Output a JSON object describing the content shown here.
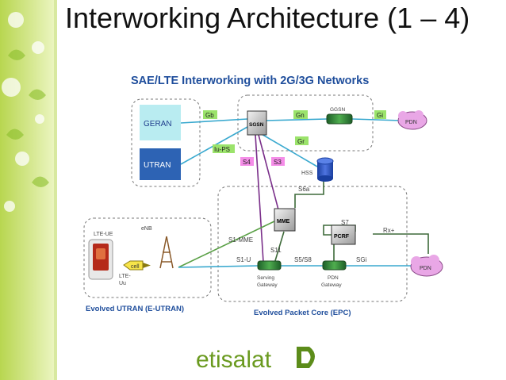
{
  "slide_title": "Interworking Architecture (1 – 4)",
  "diagram": {
    "heading": "SAE/LTE Interworking with 2G/3G Networks",
    "nodes": {
      "geran": "GERAN",
      "utran": "UTRAN",
      "sgsn": "SGSN",
      "ggsn": "GGSN",
      "pdn_top": "PDN",
      "hss": "HSS",
      "mme": "MME",
      "pcrf": "PCRF",
      "pdn_right": "PDN",
      "lte_ue": "LTE-UE",
      "enb": "eNB",
      "cell": "cell",
      "serving_gateway": "Serving\nGateway",
      "pdn_gateway": "PDN\nGateway"
    },
    "interfaces": {
      "gb": "Gb",
      "gn": "Gn",
      "gi": "Gi",
      "iu_ps": "Iu-PS",
      "gr": "Gr",
      "s4": "S4",
      "s3": "S3",
      "s6a": "S6a",
      "s7": "S7",
      "rx_plus": "Rx+",
      "s1_mme": "S1-MME",
      "s11": "S11",
      "s1_u": "S1-U",
      "s5_s8": "S5/S8",
      "sgi": "SGi",
      "lte_uu": "LTE-\nUu"
    },
    "regions": {
      "eutran": "Evolved UTRAN (E-UTRAN)",
      "epc": "Evolved Packet Core (EPC)"
    }
  },
  "logo": {
    "text": "etisalat",
    "color": "#6a9a1f"
  },
  "colors": {
    "band_light": "#e9f3b8",
    "band_dark": "#b5d34a",
    "heading_blue": "#1f4e9c",
    "label_green": "#9be36b",
    "label_pink": "#f58de8",
    "link_blue": "#3aa9cf",
    "link_purple": "#7a2f8a",
    "link_green": "#5aa046",
    "node_green": "#3e8a3c",
    "pdn_pink": "#e9a7e6"
  }
}
